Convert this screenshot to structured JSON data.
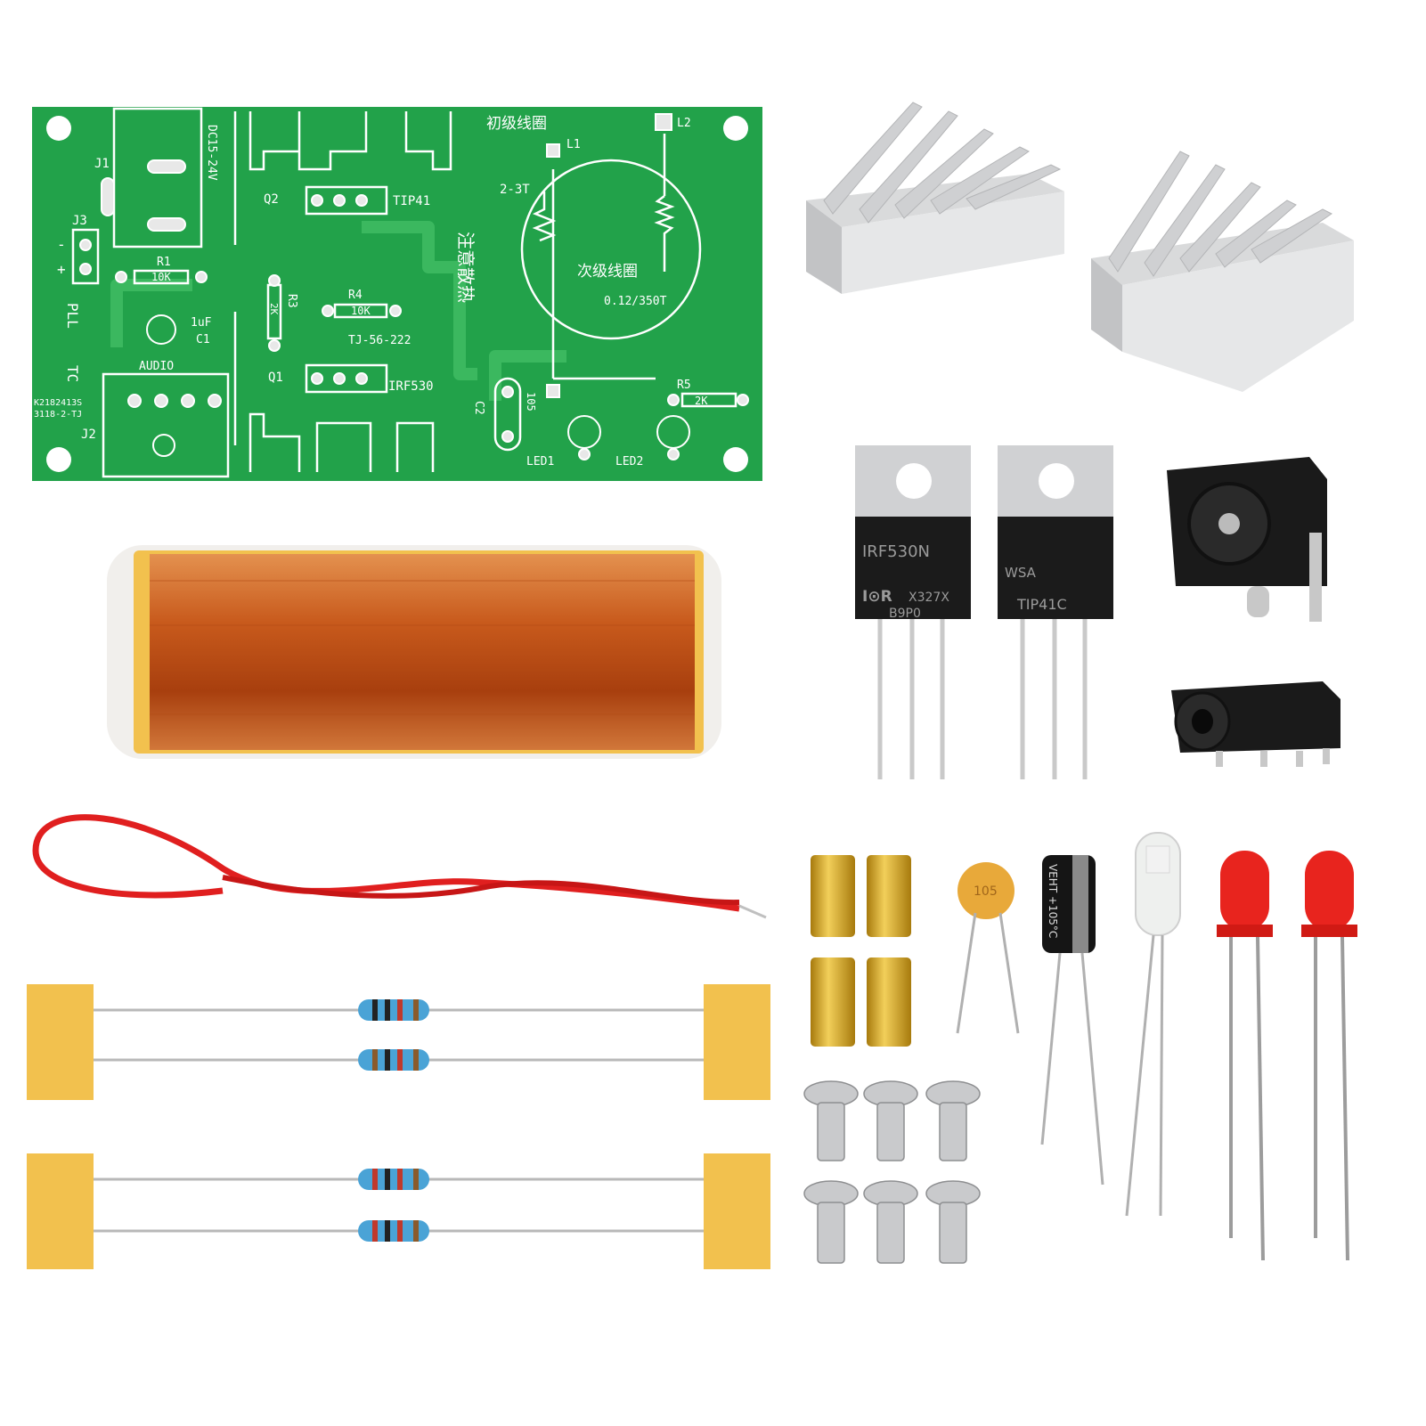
{
  "pcb": {
    "power_label": "DC15-24V",
    "j1": "J1",
    "j2": "J2",
    "j3": "J3",
    "q1": "Q1",
    "q2": "Q2",
    "tip41": "TIP41",
    "irf530": "IRF530",
    "r1": "R1",
    "r1_value": "10K",
    "r3": "R3",
    "r3_value": "2K",
    "r4": "R4",
    "r4_value": "10K",
    "r5": "R5",
    "r5_value": "2K",
    "c1_value": "1uF",
    "c1": "C1",
    "c2": "C2",
    "c2_value": "105",
    "audio": "AUDIO",
    "pll": "PLL",
    "tc": "TC",
    "code1": "K2182413S",
    "code2": "3118-2-TJ",
    "board_id": "TJ-56-222",
    "minus": "-",
    "plus": "+",
    "primary_coil": "初级线圈",
    "l1": "L1",
    "l2": "L2",
    "turns": "2-3T",
    "secondary_coil": "次级线圈",
    "wire_spec": "0.12/350T",
    "heat_warning": "注意散热",
    "led1": "LED1",
    "led2": "LED2"
  },
  "transistors": {
    "mosfet_part": "IRF530N",
    "mosfet_logo": "I⊙R",
    "mosfet_code": "X327X",
    "mosfet_lot": "B9P0",
    "bjt_brand": "WSA",
    "bjt_part": "TIP41C"
  },
  "capacitors": {
    "ceramic_value": "105",
    "electrolytic_text": "VEHT +105°C"
  },
  "colors": {
    "pcb_green": "#21a24a",
    "copper_coil": "#c4541b",
    "wire_red": "#e01f1f",
    "tape_yellow": "#f2c14e",
    "led_red": "#e8241e",
    "brass": "#d4a21c"
  }
}
